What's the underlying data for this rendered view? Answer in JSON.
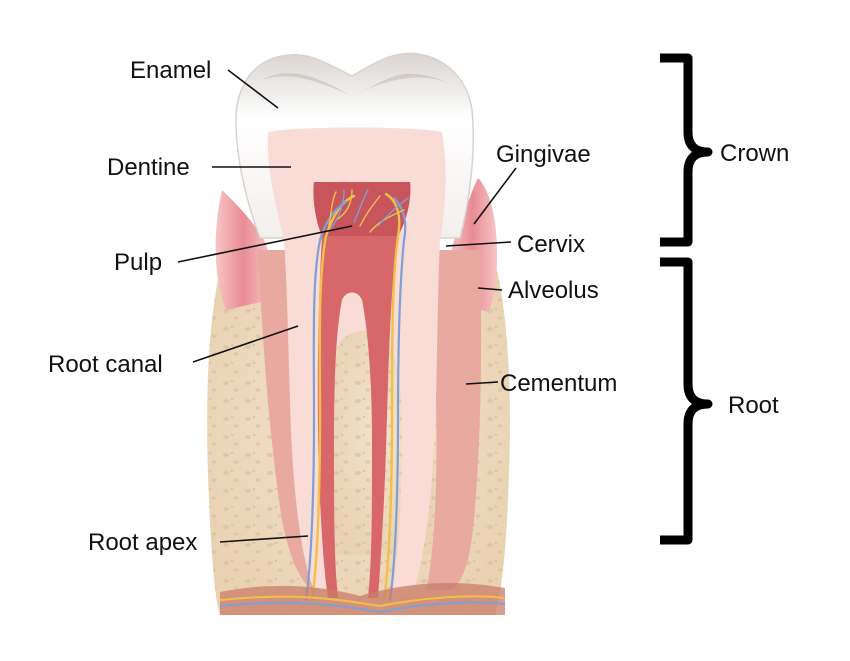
{
  "labels": {
    "enamel": "Enamel",
    "dentine": "Dentine",
    "pulp": "Pulp",
    "root_canal": "Root canal",
    "root_apex": "Root apex",
    "gingivae": "Gingivae",
    "cervix": "Cervix",
    "alveolus": "Alveolus",
    "cementum": "Cementum",
    "crown": "Crown",
    "root": "Root"
  },
  "colors": {
    "enamel": "#f2efec",
    "dentine": "#f7d6d0",
    "pulp": "#d96f6f",
    "gum": "#ee9aa0",
    "bone": "#efdcc2",
    "nerve": "#f0c04a",
    "vessel": "#7f9fd6"
  }
}
